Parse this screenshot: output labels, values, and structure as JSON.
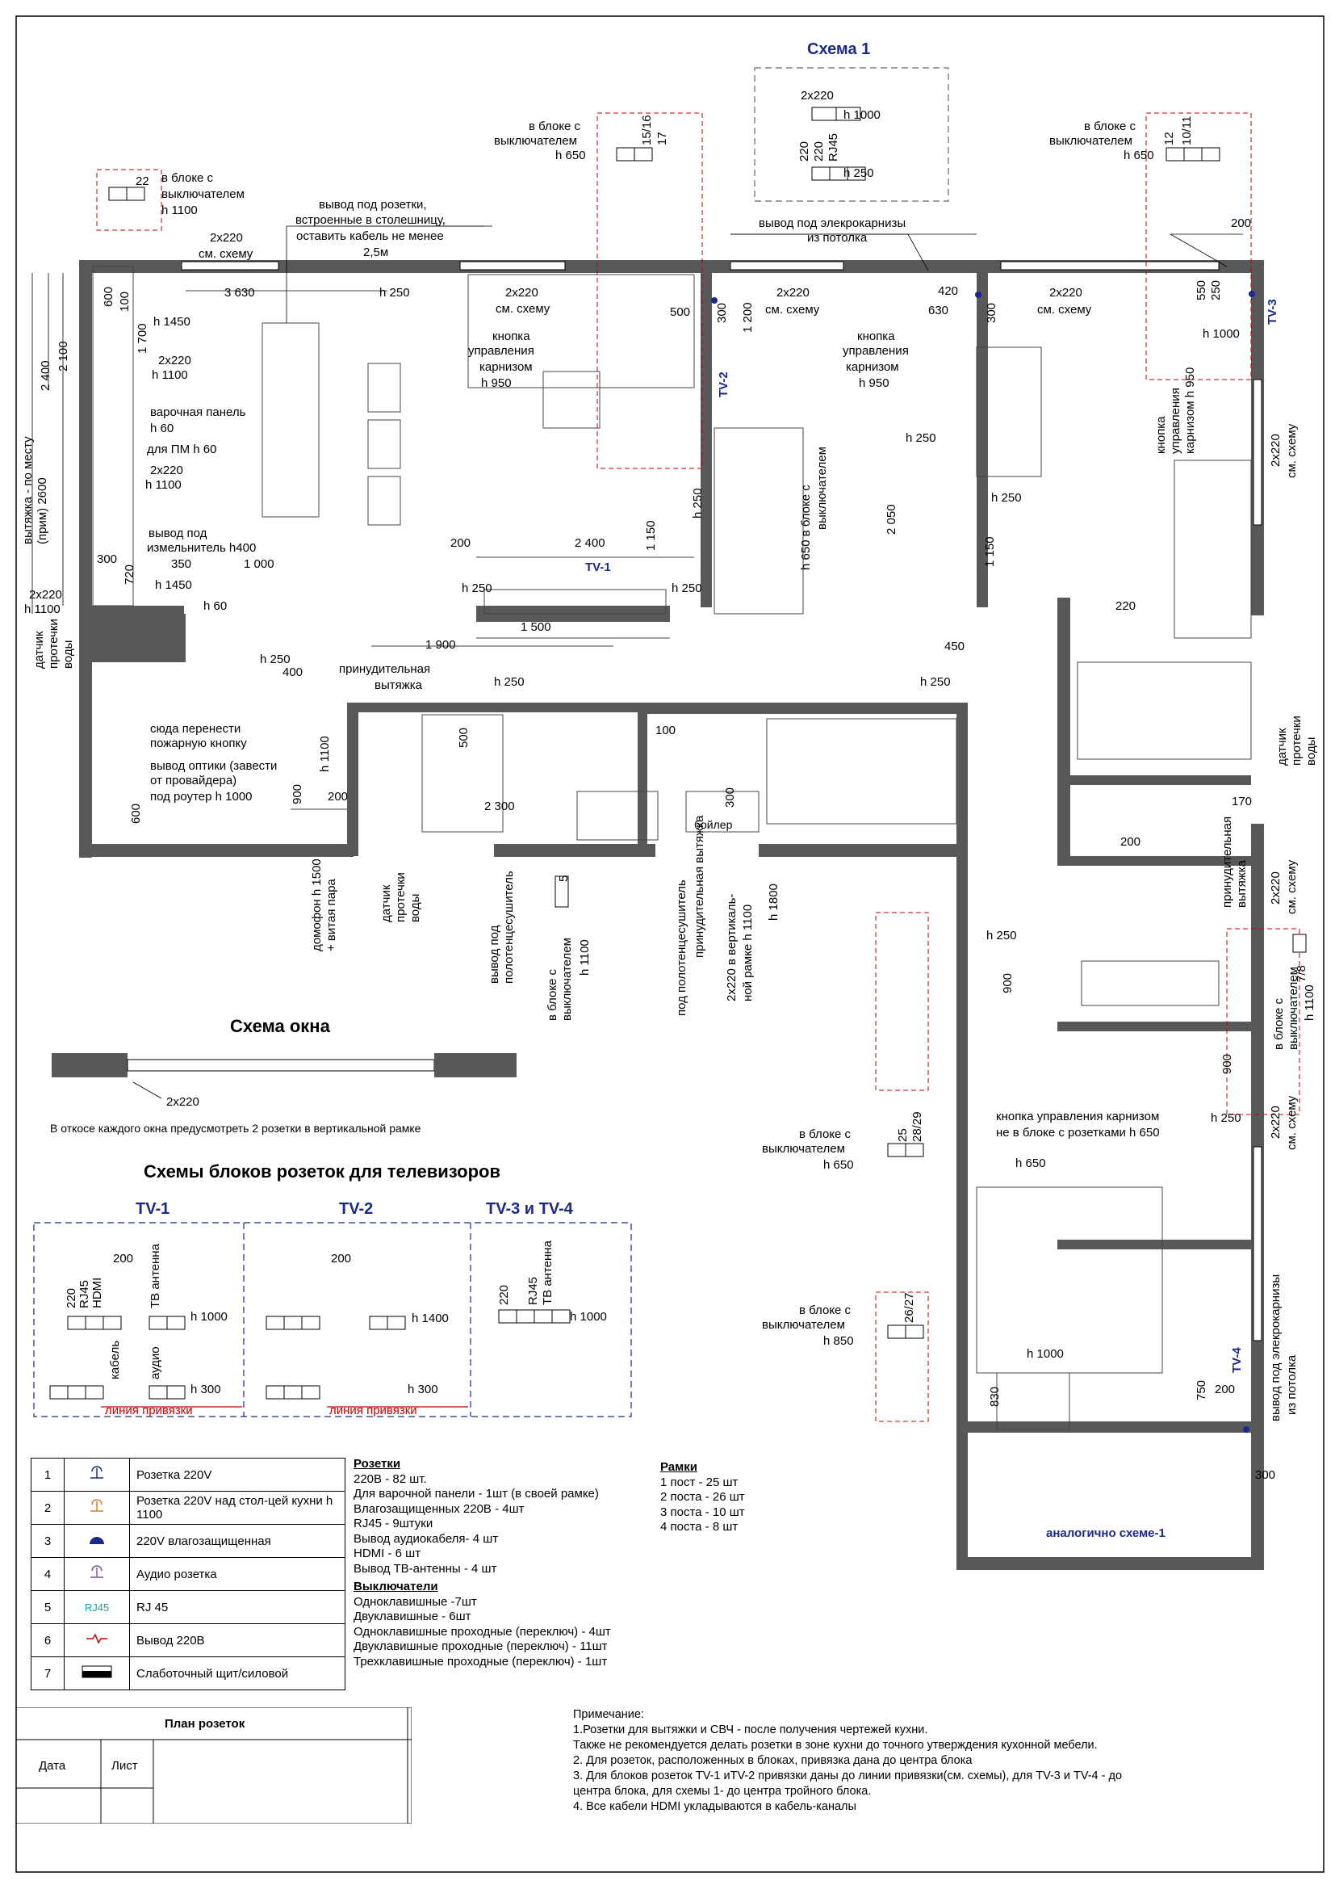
{
  "schema1": {
    "title": "Схема 1",
    "l1": "2x220",
    "l2": "h 1000",
    "l3": "220",
    "l4": "220",
    "l5": "RJ45",
    "l6": "h 250"
  },
  "plan_labels": {
    "block_sw_1_a": "в блоке с",
    "block_sw_1_b": "выключателем",
    "block_sw_1_c": "h 650",
    "block_sw_1_n1": "15/16",
    "block_sw_1_n2": "17",
    "block_sw_2_a": "в блоке с",
    "block_sw_2_b": "выключателем",
    "block_sw_2_c": "h 650",
    "block_sw_2_n1": "12",
    "block_sw_2_n2": "10/11",
    "block_sw_3_n": "22",
    "block_sw_3_a": "в блоке с",
    "block_sw_3_b": "выключателем",
    "block_sw_3_c": "h 1100",
    "counter_a": "вывод под розетки,",
    "counter_b": "встроенные в столешницу,",
    "counter_c": "оставить кабель не менее",
    "counter_d": "2,5м",
    "cornice_a": "вывод под элекрокарнизы",
    "cornice_b": "из потолка",
    "d200_top": "200",
    "s2x220_a": "2x220",
    "see_scheme_a": "см. схему",
    "d3630": "3 630",
    "h250_a": "h 250",
    "s2x220_b": "2x220",
    "see_scheme_b": "см. схему",
    "s2x220_c": "2x220",
    "see_scheme_c": "см. схему",
    "s2x220_d": "2x220",
    "see_scheme_d": "см. схему",
    "d420": "420",
    "d630": "630",
    "d550": "550",
    "d250": "250",
    "d300_a": "300",
    "d300_b": "300",
    "d500": "500",
    "d1200": "1 200",
    "tv2": "TV-2",
    "tv3": "TV-3",
    "h1000_a": "h 1000",
    "h1450": "h 1450",
    "s2x220_e": "2x220",
    "h1100_a": "h 1100",
    "btn_a1": "кнопка",
    "btn_a2": "управления",
    "btn_a3": "карнизом",
    "btn_a4": "h 950",
    "btn_b1": "кнопка",
    "btn_b2": "управления",
    "btn_b3": "карнизом",
    "btn_b4": "h 950",
    "btn_c": "кнопка управления карнизом h 950",
    "hob_a": "варочная панель",
    "hob_b": "h 60",
    "dw": "для ПМ h 60",
    "s2x220_f": "2x220",
    "h1100_b": "h 1100",
    "meter_a": "вывод под",
    "meter_b": "измельнитель h400",
    "d300_c": "300",
    "d720": "720",
    "d350": "350",
    "d1000": "1 000",
    "h1450_b": "h 1450",
    "h60": "h 60",
    "s2x220_g": "2x220",
    "h1100_c": "h 1100",
    "leak_1": "датчик протечки воды",
    "d200_b": "200",
    "d2400": "2 400",
    "d1150": "1 150",
    "tv1": "TV-1",
    "h250_b": "h 250",
    "h250_c": "h 250",
    "d1500": "1 500",
    "d1900": "1 900",
    "h250_d": "h 250",
    "d400": "400",
    "vent_a": "принудительная",
    "vent_b": "вытяжка",
    "h250_e": "h 250",
    "d450": "450",
    "h250_f": "h 250",
    "fire_a": "сюда перенести",
    "fire_b": "пожарную кнопку",
    "opt_a": "вывод оптики (завести",
    "opt_b": "от провайдера)",
    "opt_c": "под роутер h 1000",
    "h1100_d": "h 1100",
    "d900": "900",
    "d200_c": "200",
    "d600": "600",
    "d500_b": "500",
    "d2300": "2 300",
    "d100": "100",
    "d300_d": "300",
    "boiler": "бойлер",
    "h250_g": "h 250",
    "h250_h": "h 250",
    "h250_i": "h 250",
    "h250_j": "h 250",
    "d2050": "2 050",
    "d1150_b": "1 150",
    "d220": "220",
    "d170": "170",
    "d200_d": "200",
    "d900_b": "900",
    "d900_c": "900",
    "h250_k": "h 250",
    "h250_l": "h 250",
    "h650_sw": "h 650",
    "cornice_btn_a": "кнопка управления карнизом",
    "cornice_btn_b": "не в блоке с розетками h 650",
    "block_sw_4_a": "в блоке с",
    "block_sw_4_b": "выключателем",
    "block_sw_4_c": "h 650",
    "block_sw_4_n1": "25",
    "block_sw_4_n2": "28/29",
    "block_sw_5_a": "в блоке с",
    "block_sw_5_b": "выключателем",
    "block_sw_5_c": "h 850",
    "block_sw_5_n": "26/27",
    "h1000_b": "h 1000",
    "d830": "830",
    "d750": "750",
    "d200_e": "200",
    "d300_e": "300",
    "tv4": "TV-4",
    "analog": "аналогично  схеме-1",
    "window_note": "В откосе каждого окна предусмотреть 2 розетки в вертикальной рамке",
    "window_title": "Схема окна",
    "window_2x220": "2x220"
  },
  "rot_labels": {
    "d2400": "2 400",
    "d2100": "2 100",
    "d600": "600",
    "d100": "100",
    "d1700": "1 700",
    "hood": "вытяжка - по месту (прим) 2600",
    "leak1": "датчик протечки воды",
    "leak2": "датчик протечки воды",
    "leak3": "датчик протечки воды",
    "intercom": "домофон h 1500 + витая пара",
    "towel1": "вывод под полотенцесушитель",
    "towel2": "под полотенцесушитель",
    "sw5_a": "в блоке с выключателем",
    "sw5_b": "h 1100",
    "vent2_a": "принудительная вытяжка",
    "vent2_b": "2x220 в вертикаль-",
    "vent2_c": "ной рамке h 1100",
    "h1800": "h 1800",
    "sw6_a": "h 650 в блоке с",
    "sw6_b": "выключателем",
    "sw7_a": "в блоке с выключателем",
    "sw7_b": "h 1100",
    "sch_a": "2x220",
    "sch_b": "см. схему",
    "sch_c": "2x220",
    "sch_d": "см. схему",
    "sch_e": "2x220",
    "sch_f": "см. схему",
    "vent3": "принудительная вытяжка",
    "cornice2_a": "вывод под элекрокарнизы",
    "cornice2_b": "из потолка",
    "btn_c": "кнопка управления карнизом h 950",
    "sw_num": "7/8",
    "sw_n5": "5"
  },
  "tv_schemes": {
    "title": "Схемы блоков розеток для телевизоров",
    "tv1": "TV-1",
    "tv2": "TV-2",
    "tv34": "TV-3 и TV-4",
    "h1000": "h 1000",
    "h300": "h 300",
    "h1400": "h 1400",
    "h300b": "h 300",
    "h1000b": "h 1000",
    "d200a": "200",
    "d200b": "200",
    "line_a": "линия привязки",
    "line_b": "линия привязки",
    "c_220": "220",
    "c_rj45": "RJ45",
    "c_hdmi": "HDMI",
    "c_tv": "ТВ антенна",
    "c_cable": "кабель",
    "c_audio": "аудио"
  },
  "legend": [
    {
      "n": "1",
      "icon": "outlet-220v-icon",
      "label": "Розетка 220V"
    },
    {
      "n": "2",
      "icon": "outlet-counter-icon",
      "label": "Розетка 220V  над стол-цей кухни h 1100"
    },
    {
      "n": "3",
      "icon": "outlet-waterproof-icon",
      "label": "220V влагозащищенная"
    },
    {
      "n": "4",
      "icon": "audio-outlet-icon",
      "label": "Аудио розетка"
    },
    {
      "n": "5",
      "icon": "rj45-icon",
      "label": "RJ 45"
    },
    {
      "n": "6",
      "icon": "output-220v-icon",
      "label": "Вывод 220В"
    },
    {
      "n": "7",
      "icon": "panel-icon",
      "label": "Слаботочный щит/силовой"
    }
  ],
  "legend_rj45": "RJ45",
  "outlets": {
    "heading": "Розетки",
    "lines": [
      "220В - 82 шт.",
      "Для варочной панели -  1шт (в своей рамке)",
      "Влагозащищенных 220В - 4шт",
      "RJ45 - 9штуки",
      "Вывод аудиокабеля-  4 шт",
      "HDMI - 6 шт",
      "Вывод ТВ-антенны - 4 шт"
    ]
  },
  "switches": {
    "heading": "Выключатели",
    "lines": [
      "Одноклавишные -7шт",
      "Двуклавишные - 6шт",
      "Одноклавишные проходные (переключ) - 4шт",
      "Двуклавишные проходные (переключ) - 11шт",
      "Трехклавишные проходные (переключ) - 1шт"
    ]
  },
  "frames": {
    "heading": "Рамки",
    "lines": [
      "1 пост - 25 шт",
      "2 поста - 26 шт",
      "3 поста - 10 шт",
      "4 поста - 8 шт"
    ]
  },
  "notes": {
    "heading": "Примечание:",
    "lines": [
      "1.Розетки для вытяжки и СВЧ - после получения чертежей кухни.",
      "Также не рекомендуется делать розетки в зоне кухни до точного утверждения кухонной мебели.",
      "2. Для розеток, расположенных в блоках, привязка дана до центра блока",
      "3. Для блоков  розеток TV-1 иTV-2 привязки даны до линии привязки(см. схемы), для TV-3 и TV-4 - до",
      "центра блока, для схемы 1- до центра тройного блока.",
      "4. Все кабели HDMI укладываются в кабель-каналы"
    ]
  },
  "stamp": {
    "title": "План розеток",
    "date": "Дата",
    "sheet": "Лист"
  },
  "colors": {
    "wall": "#58585a",
    "dim": "#c0392b",
    "tv": "#1a2a8a"
  }
}
